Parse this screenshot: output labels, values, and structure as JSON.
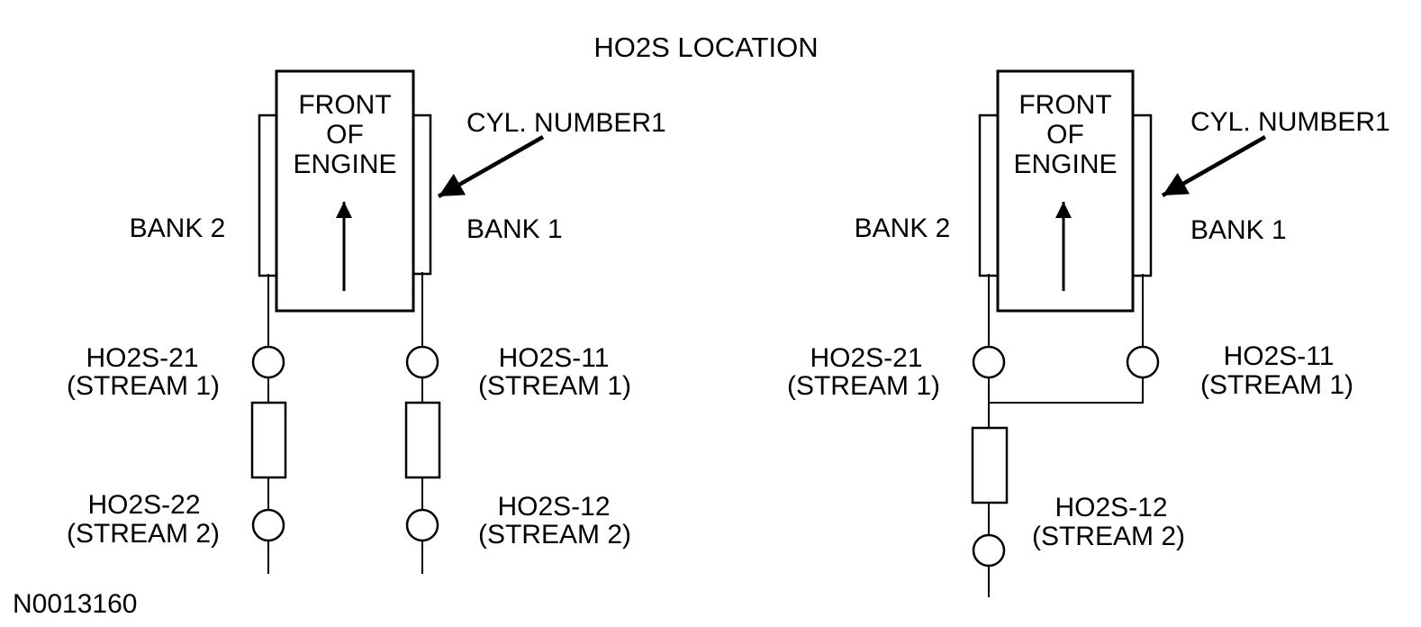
{
  "title": "HO2S LOCATION",
  "figure_number": "N0013160",
  "colors": {
    "line": "#000000",
    "background": "#ffffff"
  },
  "diagrams": [
    {
      "description": "dual-exhaust engine",
      "front_of_engine": {
        "line1": "FRONT",
        "line2": "OF",
        "line3": "ENGINE"
      },
      "bank2_label": "BANK 2",
      "bank1_label": "BANK 1",
      "cylinder_callout": "CYL. NUMBER1",
      "sensors": {
        "upstream_bank2": {
          "name": "HO2S-21",
          "stream": "(STREAM 1)"
        },
        "upstream_bank1": {
          "name": "HO2S-11",
          "stream": "(STREAM 1)"
        },
        "downstream_bank2": {
          "name": "HO2S-22",
          "stream": "(STREAM 2)"
        },
        "downstream_bank1": {
          "name": "HO2S-12",
          "stream": "(STREAM 2)"
        }
      }
    },
    {
      "description": "y-pipe single-exhaust engine",
      "front_of_engine": {
        "line1": "FRONT",
        "line2": "OF",
        "line3": "ENGINE"
      },
      "bank2_label": "BANK 2",
      "bank1_label": "BANK 1",
      "cylinder_callout": "CYL. NUMBER1",
      "sensors": {
        "upstream_bank2": {
          "name": "HO2S-21",
          "stream": "(STREAM 1)"
        },
        "upstream_bank1": {
          "name": "HO2S-11",
          "stream": "(STREAM 1)"
        },
        "downstream": {
          "name": "HO2S-12",
          "stream": "(STREAM 2)"
        }
      }
    }
  ]
}
